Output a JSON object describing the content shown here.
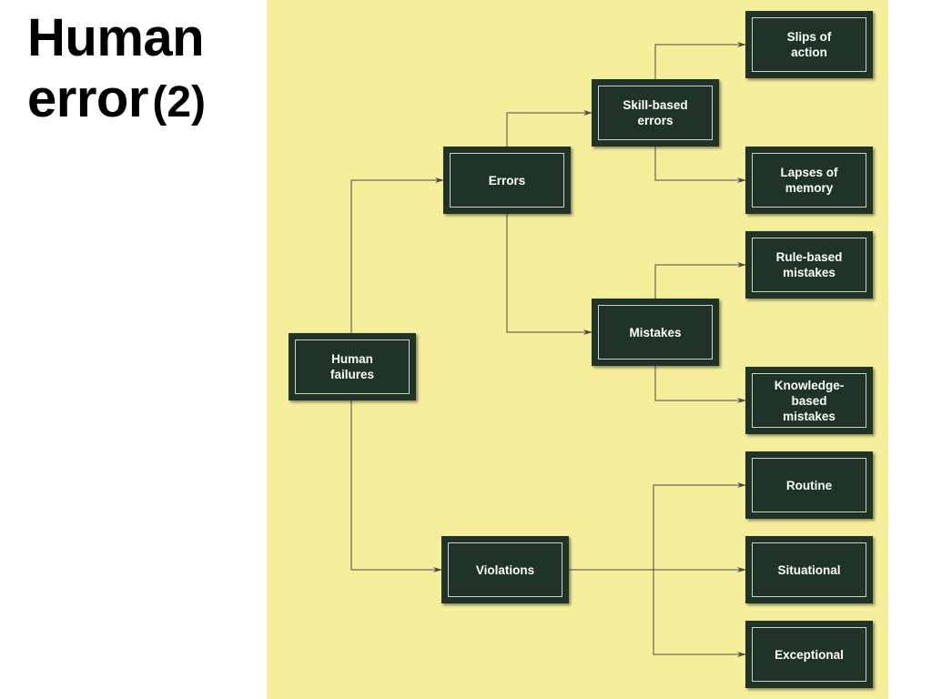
{
  "title": {
    "line1": "Human",
    "line2_word": "error",
    "line2_suffix": "(2)"
  },
  "colors": {
    "panel_background": "#f5ef9c",
    "box_fill": "#1f3327",
    "box_text": "#ffffff",
    "connector": "#4a4a4a"
  },
  "diagram": {
    "nodes": {
      "human_failures": "Human\nfailures",
      "errors": "Errors",
      "violations": "Violations",
      "skill_based_errors": "Skill-based\nerrors",
      "mistakes": "Mistakes",
      "slips_of_action": "Slips of\naction",
      "lapses_of_memory": "Lapses of\nmemory",
      "rule_based_mistakes": "Rule-based\nmistakes",
      "knowledge_based_mistakes": "Knowledge-\nbased\nmistakes",
      "routine": "Routine",
      "situational": "Situational",
      "exceptional": "Exceptional"
    },
    "edges": [
      [
        "human_failures",
        "errors"
      ],
      [
        "human_failures",
        "violations"
      ],
      [
        "errors",
        "skill_based_errors"
      ],
      [
        "errors",
        "mistakes"
      ],
      [
        "skill_based_errors",
        "slips_of_action"
      ],
      [
        "skill_based_errors",
        "lapses_of_memory"
      ],
      [
        "mistakes",
        "rule_based_mistakes"
      ],
      [
        "mistakes",
        "knowledge_based_mistakes"
      ],
      [
        "violations",
        "routine"
      ],
      [
        "violations",
        "situational"
      ],
      [
        "violations",
        "exceptional"
      ]
    ]
  }
}
